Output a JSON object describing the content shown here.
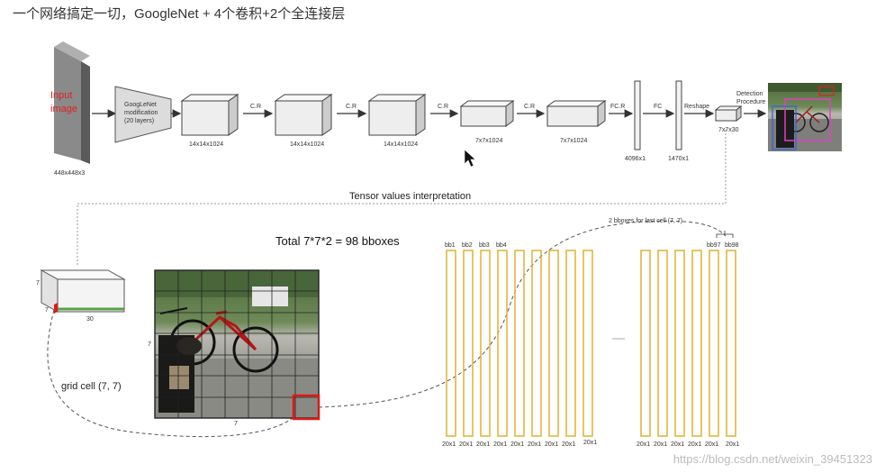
{
  "heading": "一个网络搞定一切，GoogleNet + 4个卷积+2个全连接层",
  "pipeline": {
    "input_label_line1": "Input",
    "input_label_line2": "image",
    "input_size": "448x448x3",
    "googlenet_line1": "GoogLeNet",
    "googlenet_line2": "modification",
    "googlenet_line3": "(20 layers)",
    "cube1_size": "14x14x1024",
    "cube2_size": "14x14x1024",
    "cube3_size": "14x14x1024",
    "cube4_size": "7x7x1024",
    "cube5_size": "7x7x1024",
    "arrow_cr_1": "C.R",
    "arrow_cr_2": "C.R",
    "arrow_cr_3": "C.R",
    "arrow_cr_4": "C.R",
    "arrow_fcr": "FC.R",
    "arrow_fc": "FC",
    "arrow_reshape": "Reshape",
    "fc1_size": "4096x1",
    "fc2_size": "1470x1",
    "tensor_size": "7x7x30",
    "detection_line1": "Detection",
    "detection_line2": "Procedure"
  },
  "interpretation": {
    "title": "Tensor values interpretation",
    "total": "Total 7*7*2 = 98 bboxes",
    "tensor_dim_top": "7",
    "tensor_dim_side": "7",
    "tensor_depth": "30",
    "grid_cell_label": "grid cell (7, 7)",
    "grid_dim_left": "7",
    "grid_dim_bottom": "7",
    "last_cell_note": "2 bboxes for last cell (7, 7)"
  },
  "bboxes": {
    "left_labels": [
      "bb1",
      "bb2",
      "bb3",
      "bb4"
    ],
    "right_labels": [
      "bb97",
      "bb98"
    ],
    "left_bottom": [
      "20x1",
      "20x1",
      "20x1",
      "20x1",
      "20x1",
      "20x1",
      "20x1",
      "20x1",
      "20x1"
    ],
    "right_bottom": [
      "20x1",
      "20x1",
      "20x1",
      "20x1",
      "20x1",
      "20x1"
    ]
  },
  "colors": {
    "bar_stroke": "#e0b030",
    "grid_highlight": "#e01818",
    "input_text": "#e02020",
    "tensor_strip": "#5aa04a"
  },
  "watermark": "https://blog.csdn.net/weixin_39451323"
}
